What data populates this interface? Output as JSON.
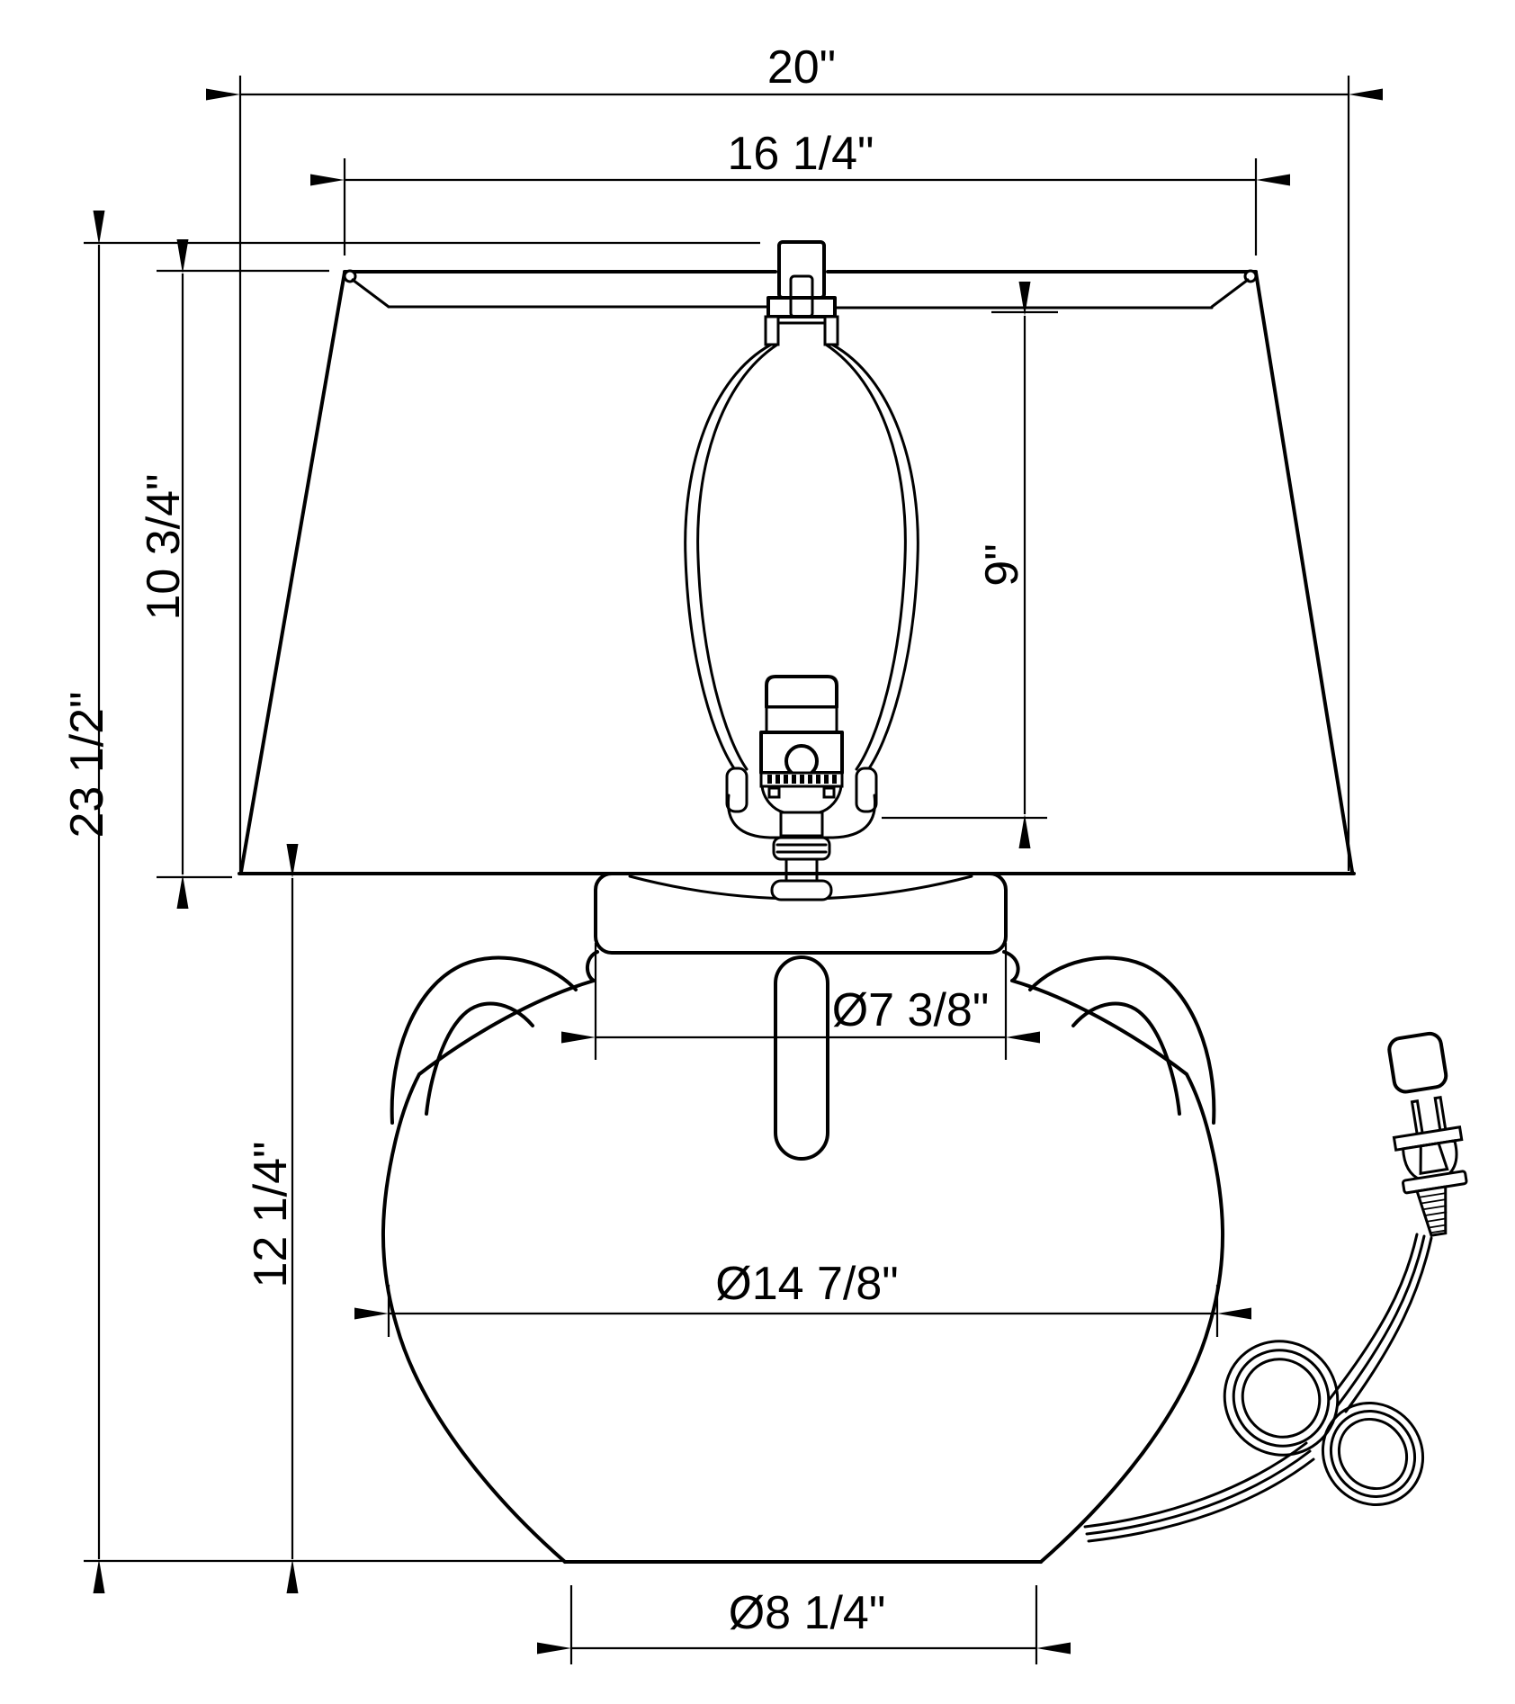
{
  "drawing": {
    "background": "#ffffff",
    "line_color": "#000000",
    "dimensions": {
      "overall_width": {
        "label": "20\""
      },
      "shade_top_width": {
        "label": "16 1/4\""
      },
      "shade_height": {
        "label": "10 3/4\""
      },
      "overall_height": {
        "label": "23 1/2\""
      },
      "harp_height": {
        "label": "9\""
      },
      "base_height": {
        "label": "12 1/4\""
      },
      "collar_diameter": {
        "label": "Ø7 3/8\""
      },
      "body_diameter": {
        "label": "Ø14 7/8\""
      },
      "foot_diameter": {
        "label": "Ø8 1/4\""
      }
    }
  }
}
